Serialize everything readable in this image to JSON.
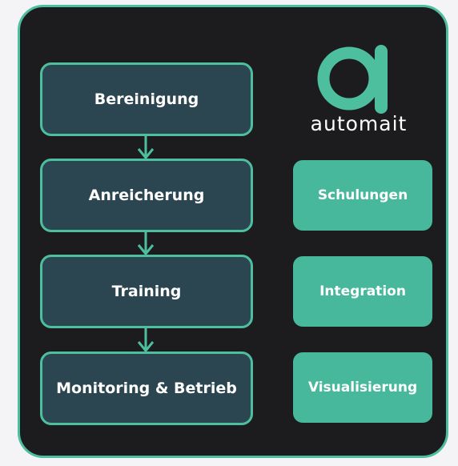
{
  "brand": {
    "logo_text": "automait",
    "accent": "#4dbf9f"
  },
  "pipeline": [
    {
      "label": "Bereinigung"
    },
    {
      "label": "Anreicherung"
    },
    {
      "label": "Training"
    },
    {
      "label": "Monitoring & Betrieb"
    }
  ],
  "services": [
    {
      "label": "Schulungen"
    },
    {
      "label": "Integration"
    },
    {
      "label": "Visualisierung"
    }
  ]
}
